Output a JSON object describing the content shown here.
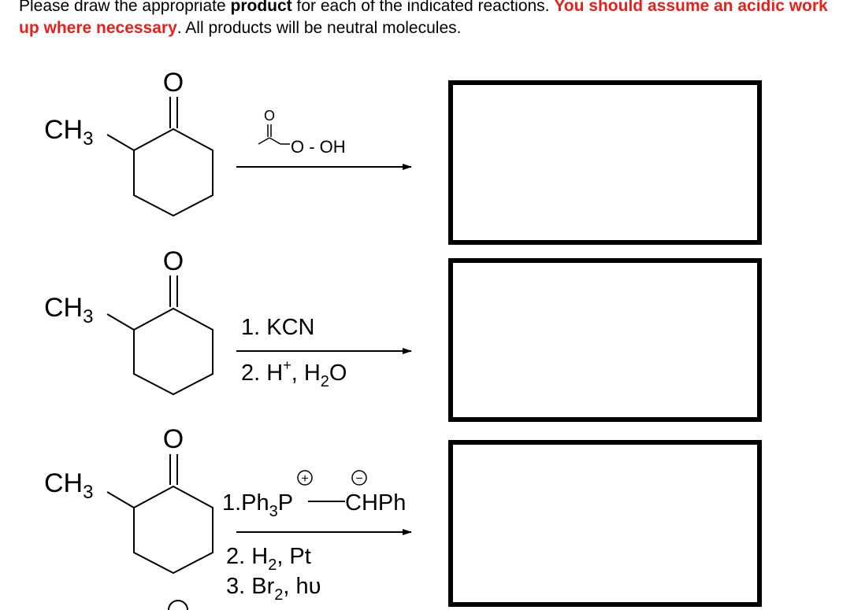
{
  "instructions": {
    "part1": "Please draw the appropriate ",
    "bold": "product",
    "part2": " for each of the indicated reactions. ",
    "red": "You should assume an acidic work up where necessary",
    "part3": ". All products will be neutral molecules."
  },
  "molecule": {
    "substituent": "CH",
    "substituent_sub": "3",
    "oxygen": "O"
  },
  "reactions": [
    {
      "reagent_carbonyl_o": "O",
      "reagent_peroxy": "O - OH"
    },
    {
      "step1": "1. KCN",
      "step2_prefix": "2. H",
      "step2_sup": "+",
      "step2_mid": ", H",
      "step2_sub": "2",
      "step2_suffix": "O"
    },
    {
      "step1_prefix": "1.Ph",
      "step1_sub": "3",
      "step1_p": "P",
      "step1_ylide": "CHPh",
      "plus_charge": "+",
      "minus_charge": "−",
      "step2_prefix": "2. H",
      "step2_sub": "2",
      "step2_suffix": ", Pt",
      "step3_prefix": "3. Br",
      "step3_sub": "2",
      "step3_suffix": ", hυ"
    }
  ]
}
